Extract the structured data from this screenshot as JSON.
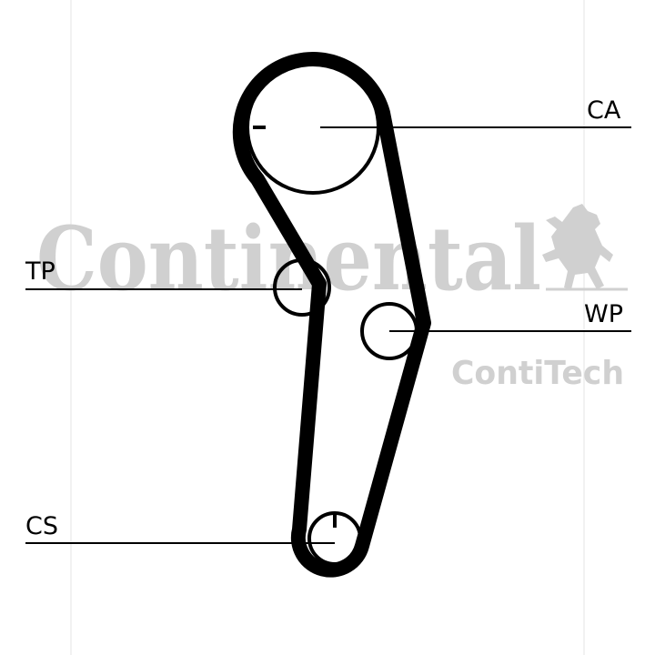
{
  "watermark": {
    "brand": "Continental",
    "division": "ContiTech",
    "color": "#d0d0d0"
  },
  "diagram": {
    "stroke_color": "#000000",
    "labels": {
      "camshaft": "CA",
      "tensioner": "TP",
      "water_pump": "WP",
      "crankshaft": "CS"
    }
  }
}
